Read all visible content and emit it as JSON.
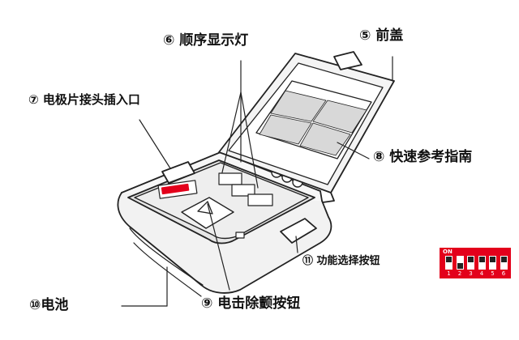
{
  "labels": {
    "front_cover": "⑤ 前盖",
    "sequence_lights": "⑥ 顺序显示灯",
    "electrode_port": "⑦ 电极片接头插入口",
    "quick_guide": "⑧ 快速参考指南",
    "shock_button": "⑨ 电击除颤按钮",
    "battery": "⑩电池",
    "function_buttons": "⑪ 功能选择按钮"
  },
  "dip_switch": {
    "on_label": "ON",
    "positions": [
      "1",
      "2",
      "3",
      "4",
      "5",
      "6"
    ],
    "states": [
      "on",
      "off",
      "on",
      "on",
      "on",
      "on"
    ],
    "colors": {
      "body": "#e3001b",
      "slot": "#ffffff",
      "knob": "#222222"
    }
  }
}
